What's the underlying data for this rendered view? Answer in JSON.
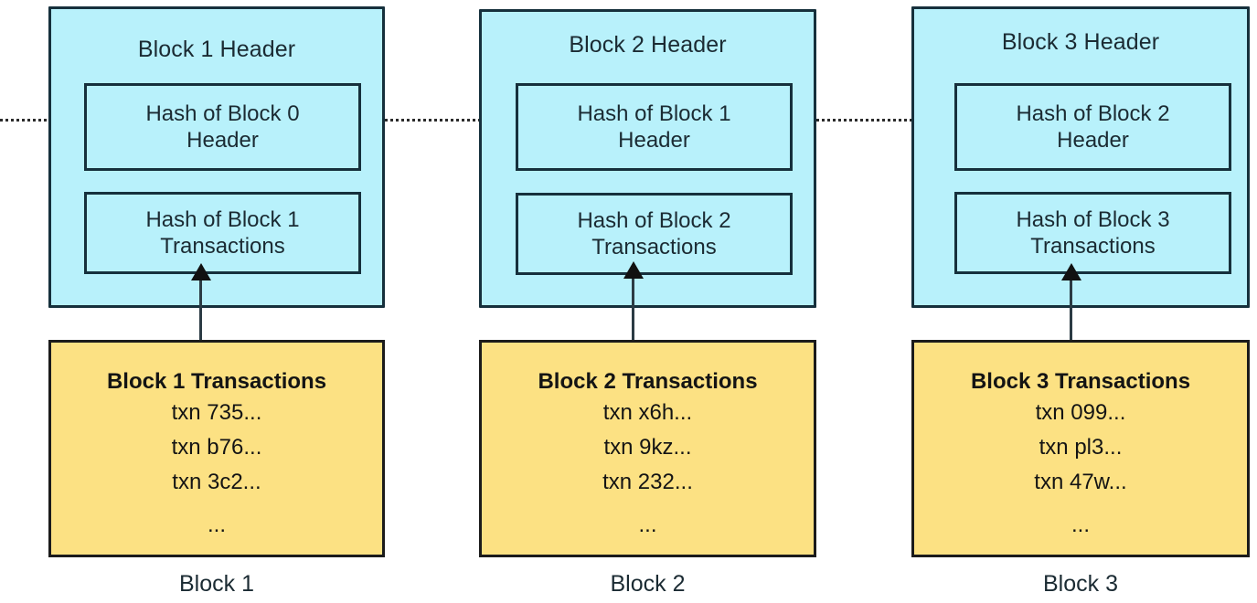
{
  "diagram": {
    "title": "Blockchain block linkage diagram",
    "colors": {
      "header_fill": "#b8f1fb",
      "header_stroke": "#16303c",
      "txn_fill": "#fce183",
      "txn_stroke": "#1b1b1b",
      "connector": "#2b2b2b",
      "background": "#ffffff"
    }
  },
  "blocks": [
    {
      "header_title": "Block 1 Header",
      "prev_hash_line1": "Hash of Block 0",
      "prev_hash_line2": "Header",
      "txn_hash_line1": "Hash of Block 1",
      "txn_hash_line2": "Transactions",
      "txn_title": "Block 1 Transactions",
      "txns": [
        "txn 735...",
        "txn b76...",
        "txn 3c2..."
      ],
      "txn_ellipsis": "...",
      "caption": "Block 1"
    },
    {
      "header_title": "Block 2 Header",
      "prev_hash_line1": "Hash of Block 1",
      "prev_hash_line2": "Header",
      "txn_hash_line1": "Hash of Block 2",
      "txn_hash_line2": "Transactions",
      "txn_title": "Block 2 Transactions",
      "txns": [
        "txn x6h...",
        "txn 9kz...",
        "txn 232..."
      ],
      "txn_ellipsis": "...",
      "caption": "Block 2"
    },
    {
      "header_title": "Block 3 Header",
      "prev_hash_line1": "Hash of Block 2",
      "prev_hash_line2": "Header",
      "txn_hash_line1": "Hash of Block 3",
      "txn_hash_line2": "Transactions",
      "txn_title": "Block 3 Transactions",
      "txns": [
        "txn 099...",
        "txn pl3...",
        "txn 47w..."
      ],
      "txn_ellipsis": "...",
      "caption": "Block 3"
    }
  ]
}
